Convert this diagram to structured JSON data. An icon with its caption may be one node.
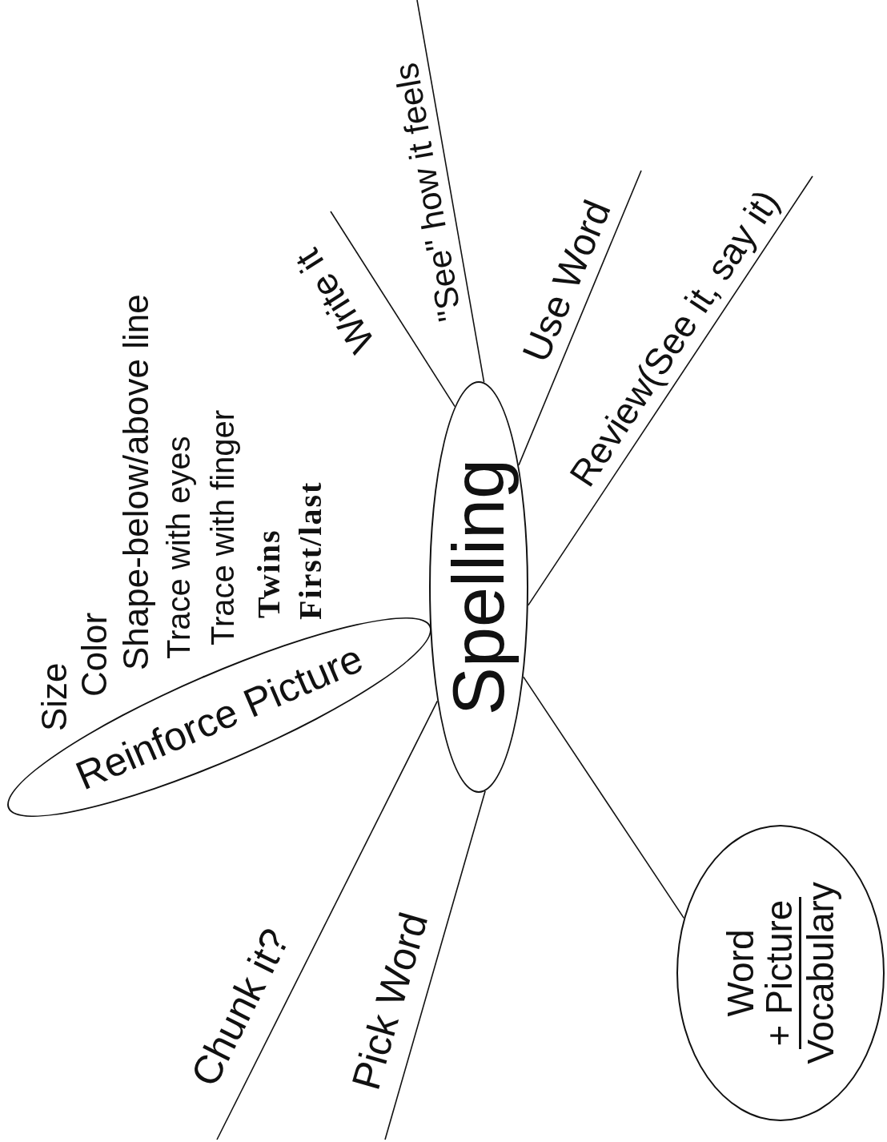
{
  "diagram": {
    "nodes": [
      {
        "text": [
          "Spelling"
        ]
      },
      {
        "text": [
          "Reinforce Picture"
        ]
      },
      {
        "text": [
          "Word",
          "+ Picture",
          "Vocabulary"
        ]
      }
    ],
    "edges": [
      {
        "from": 0,
        "to": null,
        "arrow": "none",
        "label": "Write it"
      },
      {
        "from": 0,
        "to": null,
        "arrow": "none",
        "label": "\"See\" how it feels"
      },
      {
        "from": 0,
        "to": null,
        "arrow": "none",
        "label": "Use Word"
      },
      {
        "from": 0,
        "to": null,
        "arrow": "none",
        "label": "Review(See it, say it)"
      },
      {
        "from": 0,
        "to": 2,
        "arrow": "none"
      },
      {
        "from": 0,
        "to": null,
        "arrow": "none",
        "label": "Pick Word"
      },
      {
        "from": 0,
        "to": null,
        "arrow": "none",
        "label": "Chunk it?"
      }
    ],
    "labels": [
      "Size",
      "Color",
      "Shape-below/above line",
      "Trace with eyes",
      "Trace with finger",
      "Twins",
      "First/last"
    ]
  }
}
